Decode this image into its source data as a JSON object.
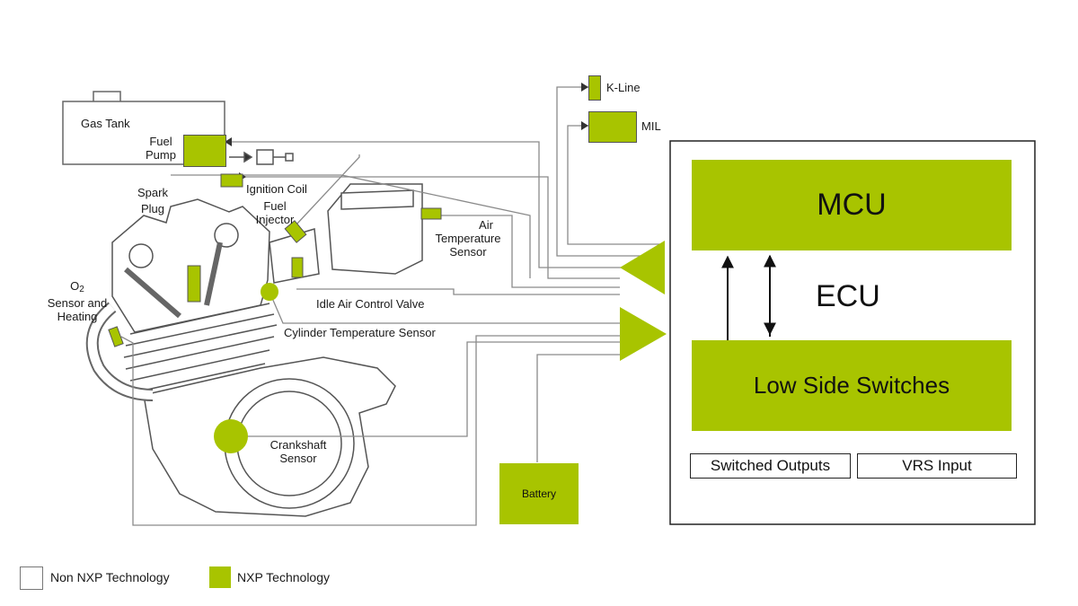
{
  "labels": {
    "gas_tank": "Gas Tank",
    "fuel_pump_1": "Fuel",
    "fuel_pump_2": "Pump",
    "ignition_coil": "Ignition Coil",
    "spark_plug_1": "Spark",
    "spark_plug_2": "Plug",
    "fuel_injector_1": "Fuel",
    "fuel_injector_2": "Injector",
    "air_temp_1": "Air",
    "air_temp_2": "Temperature",
    "air_temp_3": "Sensor",
    "idle_air": "Idle Air Control Valve",
    "o2_1": "O",
    "o2_sub": "2",
    "o2_2": "Sensor and",
    "o2_3": "Heating",
    "cyl_temp": "Cylinder Temperature Sensor",
    "crank_1": "Crankshaft",
    "crank_2": "Sensor",
    "battery": "Battery",
    "k_line": "K-Line",
    "mil": "MIL"
  },
  "ecu": {
    "mcu": "MCU",
    "ecu": "ECU",
    "low_side": "Low Side Switches",
    "switched_outputs": "Switched Outputs",
    "vrs_input": "VRS Input"
  },
  "legend": {
    "non_nxp": "Non NXP Technology",
    "nxp": "NXP Technology"
  },
  "colors": {
    "nxp_green": "#a8c400",
    "line_gray": "#8a8a8a",
    "outline_dark": "#222222"
  }
}
